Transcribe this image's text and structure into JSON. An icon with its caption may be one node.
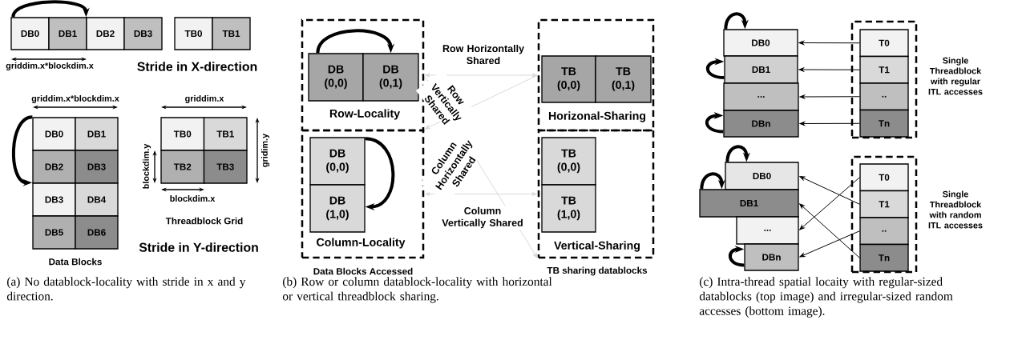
{
  "diagram": {
    "nodes": [
      {
        "text": [
          "DB0"
        ]
      },
      {
        "text": [
          "DB1"
        ]
      },
      {
        "text": [
          "DB2"
        ]
      },
      {
        "text": [
          "DB3"
        ]
      },
      {
        "text": [
          "TB0"
        ]
      },
      {
        "text": [
          "TB1"
        ]
      },
      {
        "text": [
          "DB0"
        ]
      },
      {
        "text": [
          "DB1"
        ]
      },
      {
        "text": [
          "DB2"
        ]
      },
      {
        "text": [
          "DB3"
        ]
      },
      {
        "text": [
          "DB3"
        ]
      },
      {
        "text": [
          "DB4"
        ]
      },
      {
        "text": [
          "DB5"
        ]
      },
      {
        "text": [
          "DB6"
        ]
      },
      {
        "text": [
          "TB0"
        ]
      },
      {
        "text": [
          "TB1"
        ]
      },
      {
        "text": [
          "TB2"
        ]
      },
      {
        "text": [
          "TB3"
        ]
      },
      {
        "text": [
          "Row-Locality"
        ]
      },
      {
        "text": [
          "DB (0,0)"
        ],
        "in": 18
      },
      {
        "text": [
          "DB (0,1)"
        ],
        "in": 18
      },
      {
        "text": [
          "Column-Locality"
        ]
      },
      {
        "text": [
          "DB (0,0)"
        ],
        "in": 21
      },
      {
        "text": [
          "DB (1,0)"
        ],
        "in": 21
      },
      {
        "text": [
          "Horizonal-Sharing"
        ]
      },
      {
        "text": [
          "TB (0,0)"
        ],
        "in": 24
      },
      {
        "text": [
          "TB (0,1)"
        ],
        "in": 24
      },
      {
        "text": [
          "Vertical-Sharing"
        ]
      },
      {
        "text": [
          "TB (0,0)"
        ],
        "in": 27
      },
      {
        "text": [
          "TB (1,0)"
        ],
        "in": 27
      },
      {
        "text": [
          "DB0"
        ]
      },
      {
        "text": [
          "DB1"
        ]
      },
      {
        "text": [
          "..."
        ]
      },
      {
        "text": [
          "DBn"
        ]
      },
      {
        "text": [],
        "shape": "box",
        "beside": [
          "Single Threadblock with regular ITL accesses"
        ]
      },
      {
        "text": [
          "T0"
        ],
        "in": 34
      },
      {
        "text": [
          "T1"
        ],
        "in": 34
      },
      {
        "text": [
          ".."
        ],
        "in": 34
      },
      {
        "text": [
          "Tn"
        ],
        "in": 34
      },
      {
        "text": [
          "DB0"
        ]
      },
      {
        "text": [
          "DB1"
        ]
      },
      {
        "text": [
          "..."
        ]
      },
      {
        "text": [
          "DBn"
        ]
      },
      {
        "text": [],
        "shape": "box",
        "beside": [
          "Single Threadblock with random ITL accesses"
        ]
      },
      {
        "text": [
          "T0"
        ],
        "in": 43
      },
      {
        "text": [
          "T1"
        ],
        "in": 43
      },
      {
        "text": [
          ".."
        ],
        "in": 43
      },
      {
        "text": [
          "Tn"
        ],
        "in": 43
      }
    ],
    "edges": [
      {
        "from": 0,
        "to": 2,
        "arrow": "to",
        "style": "thick"
      },
      {
        "from": 6,
        "to": 10,
        "arrow": "to",
        "style": "thick"
      },
      {
        "from": 19,
        "to": 20,
        "arrow": "to",
        "style": "thick"
      },
      {
        "from": 22,
        "to": 23,
        "arrow": "to",
        "style": "thick"
      },
      {
        "from": 18,
        "to": 24,
        "arrow": "both",
        "label": "Row Horizontally Shared",
        "color": "#d9d9d9"
      },
      {
        "from": 18,
        "to": 27,
        "arrow": "to",
        "label": "Row Vertically Shared",
        "color": "#d9d9d9"
      },
      {
        "from": 24,
        "to": 21,
        "arrow": "to",
        "label": "Column Horizontally Shared",
        "color": "#d9d9d9"
      },
      {
        "from": 21,
        "to": 27,
        "arrow": "both",
        "label": "Column Vertically Shared",
        "color": "#d9d9d9"
      },
      {
        "from": 30,
        "to": 30,
        "arrow": "to",
        "style": "thick"
      },
      {
        "from": 31,
        "to": 31,
        "arrow": "to",
        "style": "thick"
      },
      {
        "from": 33,
        "to": 33,
        "arrow": "to",
        "style": "thick"
      },
      {
        "from": 35,
        "to": 30,
        "arrow": "to"
      },
      {
        "from": 36,
        "to": 31,
        "arrow": "to"
      },
      {
        "from": 37,
        "to": 32,
        "arrow": "to"
      },
      {
        "from": 38,
        "to": 33,
        "arrow": "to"
      },
      {
        "from": 39,
        "to": 39,
        "arrow": "to",
        "style": "thick"
      },
      {
        "from": 40,
        "to": 40,
        "arrow": "to",
        "style": "thick"
      },
      {
        "from": 42,
        "to": 42,
        "arrow": "to",
        "style": "thick"
      },
      {
        "from": 44,
        "to": 41,
        "arrow": "to"
      },
      {
        "from": 45,
        "to": 39,
        "arrow": "to"
      },
      {
        "from": 46,
        "to": 42,
        "arrow": "to"
      },
      {
        "from": 47,
        "to": 40,
        "arrow": "to"
      }
    ],
    "labels": [
      "griddim.x*blockdim.x",
      "Stride in X-direction",
      "griddim.x*blockdim.x",
      "griddim.x",
      "blockdim.y",
      "gridim.y",
      "blockdim.x",
      "Threadblock Grid",
      "Stride in Y-direction",
      "Data Blocks",
      "Data Blocks Accessed",
      "TB sharing datablocks",
      "(a) No datablock-locality with stride in x and y direction.",
      "(b) Row or column datablock-locality with horizontal or vertical threadblock sharing.",
      "(c) Intra-thread spatial locaity with regular-sized datablocks (top image) and irregular-sized random accesses (bottom image)."
    ]
  }
}
